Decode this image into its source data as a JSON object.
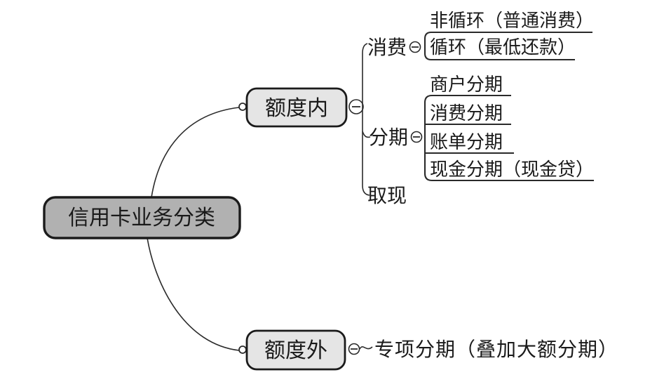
{
  "mindmap": {
    "root": {
      "label": "信用卡业务分类"
    },
    "branches": [
      {
        "label": "额度内",
        "children": [
          {
            "label": "消费",
            "children": [
              {
                "label": "非循环（普通消费）"
              },
              {
                "label": "循环（最低还款）"
              }
            ]
          },
          {
            "label": "分期",
            "children": [
              {
                "label": "商户分期"
              },
              {
                "label": "消费分期"
              },
              {
                "label": "账单分期"
              },
              {
                "label": "现金分期（现金贷）"
              }
            ]
          },
          {
            "label": "取现",
            "children": []
          }
        ]
      },
      {
        "label": "额度外",
        "children": [
          {
            "label": "专项分期（叠加大额分期）",
            "children": []
          }
        ]
      }
    ],
    "icons": {
      "collapse": "minus-circle-icon",
      "anchor": "connector-dot"
    },
    "colors": {
      "root_fill": "#b1b1b1",
      "branch_fill": "#e5e5e5",
      "border": "#1b1b1b",
      "line": "#2a2a2a",
      "text": "#1a1a1a",
      "background": "#ffffff"
    }
  }
}
